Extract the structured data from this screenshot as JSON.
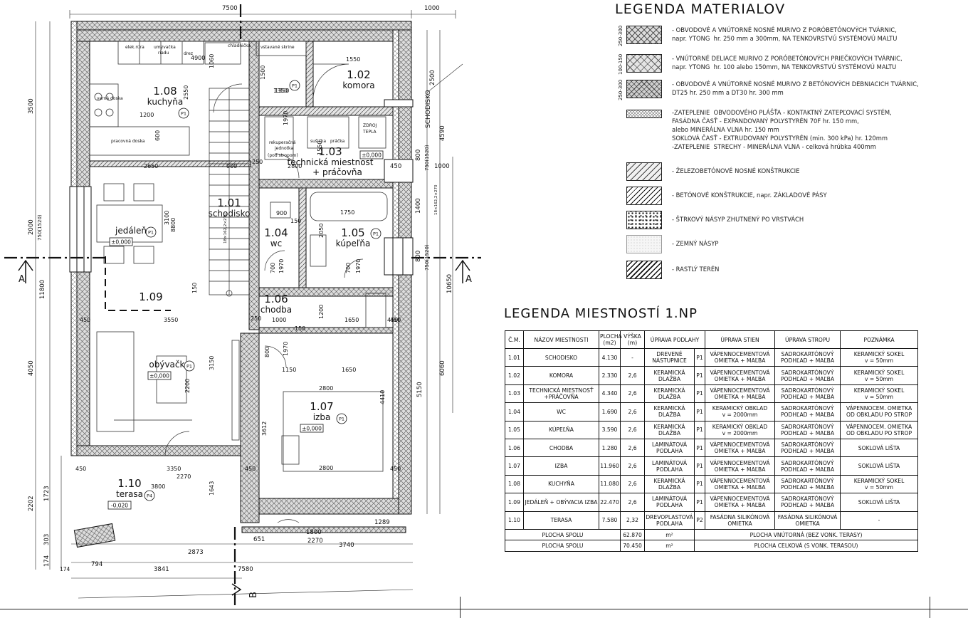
{
  "plan": {
    "dims": {
      "top_overall": "7500",
      "top_right": "1000",
      "left_sizes": [
        "3500",
        "2000",
        "4050",
        "1723",
        "303",
        "174"
      ],
      "left_rot_sub": "750(1520)",
      "left_overall": "11800",
      "left_terrace": "2202",
      "bottom_a": [
        "174",
        "794",
        "2873"
      ],
      "bottom_b": "3841",
      "bottom_overall": "7580",
      "bottom_right": [
        "651",
        "1800",
        "1289"
      ],
      "bottom_right_b": "2270",
      "bottom_right_c": "3740",
      "right_sizes": [
        "2500",
        "4590",
        "800",
        "750(1520)",
        "1400",
        "800",
        "750(1520)",
        "10650",
        "6060",
        "5150",
        "1000",
        "450"
      ],
      "interior": [
        "4900",
        "1060",
        "1550",
        "1500",
        "1350",
        "1970",
        "1350",
        "2550",
        "1200",
        "600",
        "2650",
        "900",
        "250",
        "2800",
        "1550",
        "900",
        "150",
        "1750",
        "2050",
        "700",
        "1970",
        "700",
        "1970",
        "3100",
        "8800",
        "150",
        "250",
        "1000",
        "150",
        "1200",
        "1650",
        "1650",
        "1150",
        "800",
        "1970",
        "3150",
        "2200",
        "3550",
        "450",
        "2800",
        "4410",
        "3612",
        "2800",
        "3350",
        "2270",
        "3800",
        "1643",
        "450",
        "450",
        "450",
        "450",
        "450"
      ],
      "stair_note": "18×162,2×270"
    },
    "fixtures": {
      "el_rura": "elek.rúra",
      "umyvacka": "umývačka",
      "riadu": "riadu",
      "drez": "drez",
      "chladnicka": "chladnička",
      "skrine": "vstavané skrine",
      "varna_doska": "varná doska",
      "pracovna_doska": "pracovná doska",
      "rekuperacna": "rekuperačná",
      "jednotka": "jednotka",
      "pod_stropom": "(pod stropom)",
      "susicka": "sušička",
      "pracka": "práčka",
      "zdroj": "ZDROJ",
      "tepla": "TEPLA",
      "schodisko_vert": "SCHODISKO"
    },
    "rooms": [
      {
        "num": "1.08",
        "name": "kuchyňa",
        "tag": "P1"
      },
      {
        "num": "1.02",
        "name": "komora",
        "tag": "P1"
      },
      {
        "num": "1.03",
        "name": "technická miestnosť",
        "name2": "+ práčovňa",
        "level": "±0,000"
      },
      {
        "num": "1.01",
        "name": "schodisko"
      },
      {
        "num": "1.04",
        "name": "wc"
      },
      {
        "num": "1.05",
        "name": "kúpeľňa",
        "tag": "P1"
      },
      {
        "num": "",
        "name": "jedáleň",
        "level": "±0,000",
        "tag": "P1"
      },
      {
        "num": "1.09",
        "name": ""
      },
      {
        "num": "1.06",
        "name": "chodba"
      },
      {
        "num": "",
        "name": "obývačka",
        "level": "±0,000",
        "tag": "P1"
      },
      {
        "num": "1.07",
        "name": "izba",
        "level": "±0,000",
        "tag": "P1"
      },
      {
        "num": "1.10",
        "name": "terasa",
        "level": "-0,020",
        "tag": "P4"
      }
    ],
    "section_a": "A",
    "section_b": "B"
  },
  "legend_materials": {
    "title": "LEGENDA MATERIALOV",
    "items": [
      {
        "code": "250-300",
        "text": "- OBVODOVÉ A VNÚTORNÉ NOSNÉ MURIVO Z PORÓBETÓNOVÝCH TVÁRNIC,\nnapr. YTONG  hr. 250 mm a 300mm, NA TENKOVRSTVÚ SYSTÉMOVÚ MALTU"
      },
      {
        "code": "100-150",
        "text": "- VNÚTORNÉ DELIACE MURIVO Z PORÓBETÓNOVÝCH PRIEČKOVÝCH TVÁRNIC,\nnapr. YTONG  hr. 100 alebo 150mm, NA TENKOVRSTVÚ SYSTÉMOVÚ MALTU"
      },
      {
        "code": "250-300",
        "text": "- OBVODOVÉ A VNÚTORNÉ NOSNÉ MURIVO Z BETÓNOVÝCH DEBNIACICH TVÁRNIC,\nDT25 hr. 250 mm a DT30 hr. 300 mm"
      },
      {
        "code": "",
        "text": "-ZATEPLENIE  OBVODOVÉHO PLÁŠŤA - KONTAKTNÝ ZATEPĽOVACÍ SYSTÉM,\nFASÁDNA ČASŤ - EXPANDOVANÝ POLYSTYRÉN 70F hr. 150 mm,\nalebo MINERÁLNA VLNA hr. 150 mm\nSOKLOVÁ ČASŤ - EXTRUDOVANÝ POLYSTYRÉN (min. 300 kPa) hr. 120mm\n-ZATEPLENIE  STRECHY - MINERÁLNA VLNA - celková hrúbka 400mm"
      },
      {
        "code": "",
        "text": "- ŽELEZOBETÓNOVÉ NOSNÉ KONŠTRUKCIE"
      },
      {
        "code": "",
        "text": "- BETÓNOVÉ KONŠTRUKCIE, napr. ZÁKLADOVÉ PÁSY"
      },
      {
        "code": "",
        "text": "- ŠTRKOVÝ NÁSYP ZHUTNENÝ PO VRSTVÁCH"
      },
      {
        "code": "",
        "text": "- ZEMNÝ NÁSYP"
      },
      {
        "code": "",
        "text": "- RASTLÝ TERÉN"
      }
    ]
  },
  "legend_rooms": {
    "title": "LEGENDA MIESTNOSTÍ   1.NP",
    "headers": [
      "Č.M.",
      "NÁZOV MIESTNOSTI",
      "PLOCHA\n(m2)",
      "VÝŠKA (m)",
      "ÚPRAVA PODLAHY",
      "ÚPRAVA STIEN",
      "ÚPRAVA STROPU",
      "POZNÁMKA"
    ],
    "rows": [
      {
        "c": "1.01",
        "name": "SCHODISKO",
        "area": "4.130",
        "h": "-",
        "floor": "DREVENÉ\nNÁSTUPNICE",
        "p": "P1",
        "walls": "VÁPENNOCEMENTOVÁ\nOMIETKA + MAĽBA",
        "ceiling": "SADROKARTÓNOVÝ\nPODHĽAD + MAĽBA",
        "note": "KERAMICKÝ SOKEL\nv = 50mm"
      },
      {
        "c": "1.02",
        "name": "KOMORA",
        "area": "2.330",
        "h": "2,6",
        "floor": "KERAMICKÁ\nDLAŽBA",
        "p": "P1",
        "walls": "VÁPENNOCEMENTOVÁ\nOMIETKA + MAĽBA",
        "ceiling": "SADROKARTÓNOVÝ\nPODHĽAD + MAĽBA",
        "note": "KERAMICKÝ SOKEL\nv = 50mm"
      },
      {
        "c": "1.03",
        "name": "TECHNICKÁ MIESTNOSŤ\n+PRÁČOVŇA",
        "area": "4.340",
        "h": "2,6",
        "floor": "KERAMICKÁ\nDLAŽBA",
        "p": "P1",
        "walls": "VÁPENNOCEMENTOVÁ\nOMIETKA + MAĽBA",
        "ceiling": "SADROKARTÓNOVÝ\nPODHĽAD + MAĽBA",
        "note": "KERAMICKÝ SOKEL\nv = 50mm"
      },
      {
        "c": "1.04",
        "name": "WC",
        "area": "1.690",
        "h": "2,6",
        "floor": "KERAMICKÁ\nDLAŽBA",
        "p": "P1",
        "walls": "KERAMICKÝ OBKLAD\nv = 2000mm",
        "ceiling": "SADROKARTÓNOVÝ\nPODHĽAD + MAĽBA",
        "note": "VÁPENNOCEM. OMIETKA\nOD OBKLADU PO STROP"
      },
      {
        "c": "1.05",
        "name": "KÚPEĽŇA",
        "area": "3.590",
        "h": "2,6",
        "floor": "KERAMICKÁ\nDLAŽBA",
        "p": "P1",
        "walls": "KERAMICKÝ OBKLAD\nv = 2000mm",
        "ceiling": "SADROKARTÓNOVÝ\nPODHĽAD + MAĽBA",
        "note": "VÁPENNOCEM. OMIETKA\nOD OBKLADU PO STROP"
      },
      {
        "c": "1.06",
        "name": "CHODBA",
        "area": "1.280",
        "h": "2,6",
        "floor": "LAMINÁTOVÁ\nPODLAHA",
        "p": "P1",
        "walls": "VÁPENNOCEMENTOVÁ\nOMIETKA + MAĽBA",
        "ceiling": "SADROKARTÓNOVÝ\nPODHĽAD + MAĽBA",
        "note": "SOKLOVÁ LIŠTA"
      },
      {
        "c": "1.07",
        "name": "IZBA",
        "area": "11.960",
        "h": "2,6",
        "floor": "LAMINÁTOVÁ\nPODLAHA",
        "p": "P1",
        "walls": "VÁPENNOCEMENTOVÁ\nOMIETKA + MAĽBA",
        "ceiling": "SADROKARTÓNOVÝ\nPODHĽAD + MAĽBA",
        "note": "SOKLOVÁ LIŠTA"
      },
      {
        "c": "1.08",
        "name": "KUCHYŇA",
        "area": "11.080",
        "h": "2,6",
        "floor": "KERAMICKÁ\nDLAŽBA",
        "p": "P1",
        "walls": "VÁPENNOCEMENTOVÁ\nOMIETKA + MAĽBA",
        "ceiling": "SADROKARTÓNOVÝ\nPODHĽAD + MAĽBA",
        "note": "KERAMICKÝ SOKEL\nv = 50mm"
      },
      {
        "c": "1.09",
        "name": "JEDÁLEŇ + OBÝVACIA IZBA",
        "area": "22.470",
        "h": "2,6",
        "floor": "LAMINÁTOVÁ\nPODLAHA",
        "p": "P1",
        "walls": "VÁPENNOCEMENTOVÁ\nOMIETKA + MAĽBA",
        "ceiling": "SADROKARTÓNOVÝ\nPODHĽAD + MAĽBA",
        "note": "SOKLOVÁ LIŠTA"
      },
      {
        "c": "1.10",
        "name": "TERASA",
        "area": "7.580",
        "h": "2,32",
        "floor": "DREVOPLASTOVÁ\nPODLAHA",
        "p": "P2",
        "walls": "FASÁDNA SILIKÓNOVÁ\nOMIETKA",
        "ceiling": "FASÁDNA SILIKÓNOVÁ\nOMIETKA",
        "note": "-"
      }
    ],
    "totals": [
      {
        "label": "PLOCHA SPOLU",
        "value": "62.870",
        "unit": "m²",
        "desc": "PLOCHA VNÚTORNÁ  (BEZ VONK. TERASY)"
      },
      {
        "label": "PLOCHA SPOLU",
        "value": "70.450",
        "unit": "m²",
        "desc": "PLOCHA CELKOVÁ (S VONK. TERASOU)"
      }
    ]
  }
}
